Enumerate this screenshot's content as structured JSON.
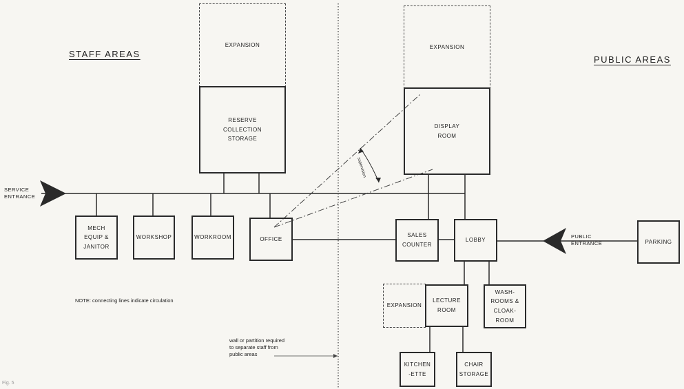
{
  "headings": {
    "staff": "STAFF AREAS",
    "public": "PUBLIC AREAS"
  },
  "rooms": {
    "expansion_staff": "EXPANSION",
    "reserve": "RESERVE\nCOLLECTION\nSTORAGE",
    "expansion_public": "EXPANSION",
    "display": "DISPLAY\nROOM",
    "mech": "MECH\nEQUIP &\nJANITOR",
    "workshop": "WORKSHOP",
    "workroom": "WORKROOM",
    "office": "OFFICE",
    "sales": "SALES\nCOUNTER",
    "lobby": "LOBBY",
    "parking": "PARKING",
    "expansion_lecture": "EXPANSION",
    "lecture": "LECTURE\nROOM",
    "washrooms": "WASH-\nROOMS &\nCLOAK-\nROOM",
    "kitchen": "KITCHEN\n-ETTE",
    "chair": "CHAIR\nSTORAGE"
  },
  "labels": {
    "service_entrance": "SERVICE\nENTRANCE",
    "public_entrance": "PUBLIC\nENTRANCE",
    "supervision": "supervision",
    "note": "NOTE: connecting lines indicate circulation",
    "partition": "wall or partition required\nto separate staff from\npublic areas",
    "figure_caption": "Fig. 5"
  },
  "colors": {
    "line": "#2a2a2a",
    "background": "#f7f6f2"
  }
}
